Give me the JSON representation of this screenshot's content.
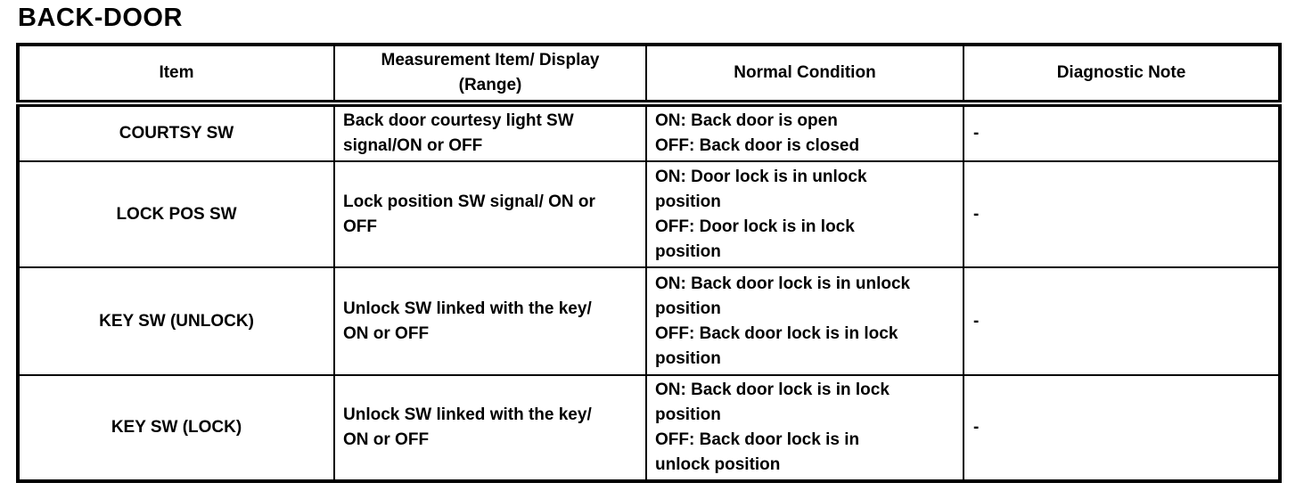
{
  "page": {
    "title": "BACK-DOOR"
  },
  "table": {
    "headers": {
      "item": "Item",
      "measurement": "Measurement Item/ Display\n(Range)",
      "normal": "Normal Condition",
      "diagnostic": "Diagnostic Note"
    },
    "rows": [
      {
        "item": "COURTSY SW",
        "measurement": "Back door courtesy light SW\nsignal/ON or OFF",
        "normal": "ON: Back door is open\nOFF: Back door is closed",
        "diagnostic": "-"
      },
      {
        "item": "LOCK POS SW",
        "measurement": "Lock position SW signal/ ON or\nOFF",
        "normal": "ON: Door lock is in unlock\nposition\nOFF: Door lock is in lock\nposition",
        "diagnostic": "-"
      },
      {
        "item": "KEY SW (UNLOCK)",
        "measurement": "Unlock SW linked with the key/\nON or OFF",
        "normal": "ON: Back door lock is in unlock\nposition\nOFF: Back door lock is in lock\nposition",
        "diagnostic": "-"
      },
      {
        "item": "KEY SW (LOCK)",
        "measurement": "Unlock SW linked with the key/\nON or OFF",
        "normal": "ON: Back door lock is in lock\nposition\nOFF: Back door lock is in\nunlock position",
        "diagnostic": "-"
      }
    ]
  }
}
